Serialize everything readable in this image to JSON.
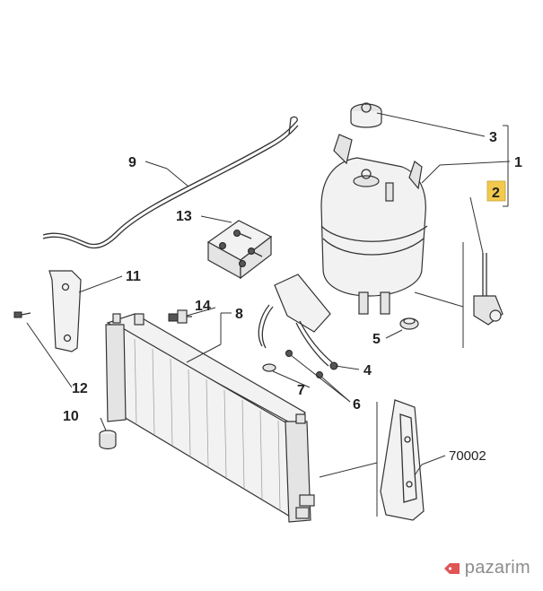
{
  "callouts": {
    "c1": "1",
    "c2": "2",
    "c3": "3",
    "c4": "4",
    "c5": "5",
    "c6": "6",
    "c7": "7",
    "c8": "8",
    "c9": "9",
    "c10": "10",
    "c11": "11",
    "c12": "12",
    "c13": "13",
    "c14": "14",
    "c70002": "70002"
  },
  "highlight_color": "#f2c94c",
  "watermark": {
    "text": "pazarim",
    "icon": "tag-icon",
    "color": "#e05555"
  }
}
